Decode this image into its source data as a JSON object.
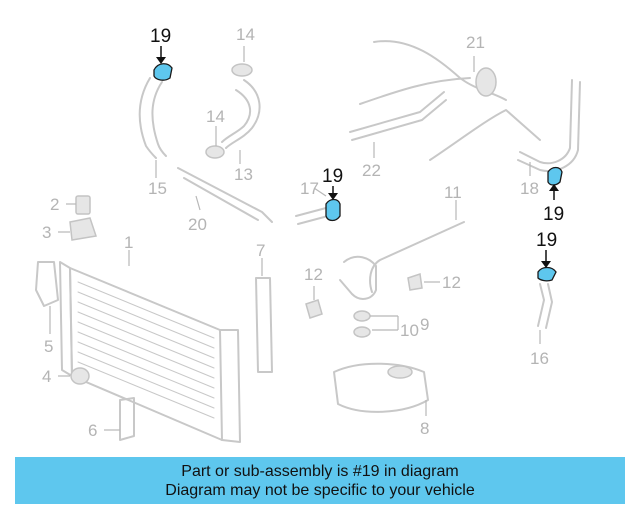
{
  "labels": {
    "l1": "1",
    "l2": "2",
    "l3": "3",
    "l4": "4",
    "l5": "5",
    "l6": "6",
    "l7": "7",
    "l8": "8",
    "l9": "9",
    "l10": "10",
    "l11": "11",
    "l12a": "12",
    "l12b": "12",
    "l13": "13",
    "l14a": "14",
    "l14b": "14",
    "l15": "15",
    "l16": "16",
    "l17": "17",
    "l18": "18",
    "l19a": "19",
    "l19b": "19",
    "l19c": "19",
    "l19d": "19",
    "l20": "20",
    "l21": "21",
    "l22": "22"
  },
  "banner": {
    "line1": "Part or sub-assembly is #19 in diagram",
    "line2": "Diagram may not be specific to your vehicle"
  },
  "colors": {
    "highlight": "#5ec7ee",
    "banner": "#5ec7ee",
    "parts": "#c8c8c8"
  }
}
